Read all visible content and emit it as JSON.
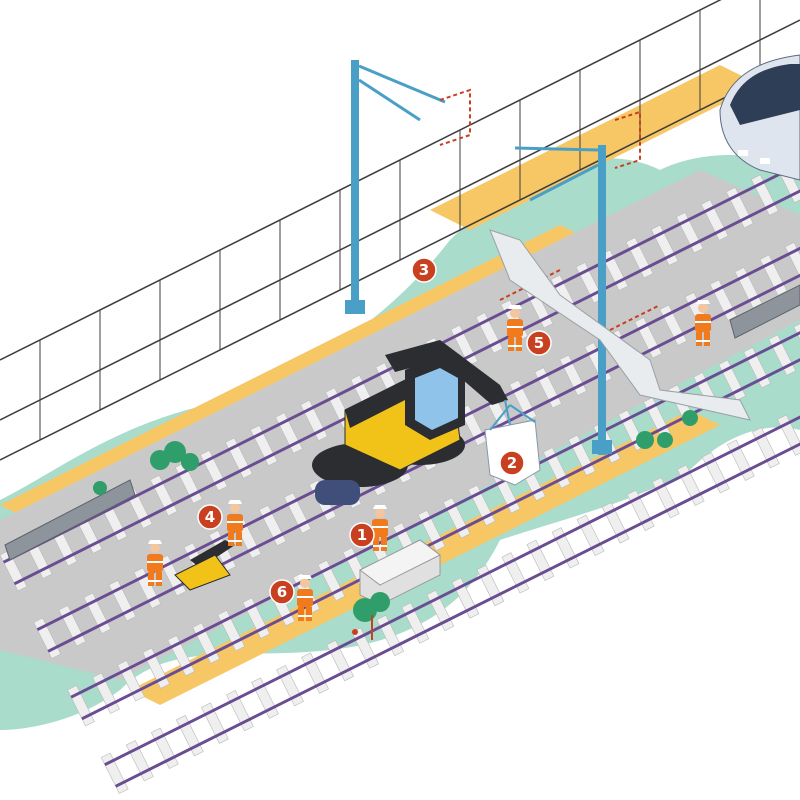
{
  "colors": {
    "ground": "#a9dccb",
    "platform": "#f7c766",
    "ballast": "#c9c9c9",
    "rail": "#6a4c93",
    "sleeper": "#efefef",
    "mast": "#4a9fc7",
    "marker": "#c8401f",
    "machine": "#f1c218",
    "safety_orange": "#f07a1c",
    "catenary_wire": "#3d3d3d",
    "train": "#dfe5ee"
  },
  "markers": [
    {
      "label": "1",
      "icon": "worker-at-ballast"
    },
    {
      "label": "2",
      "icon": "ballast-bag"
    },
    {
      "label": "3",
      "icon": "catenary"
    },
    {
      "label": "4",
      "icon": "rail-tool"
    },
    {
      "label": "5",
      "icon": "worker-inspection"
    },
    {
      "label": "6",
      "icon": "worker-tamping"
    }
  ]
}
